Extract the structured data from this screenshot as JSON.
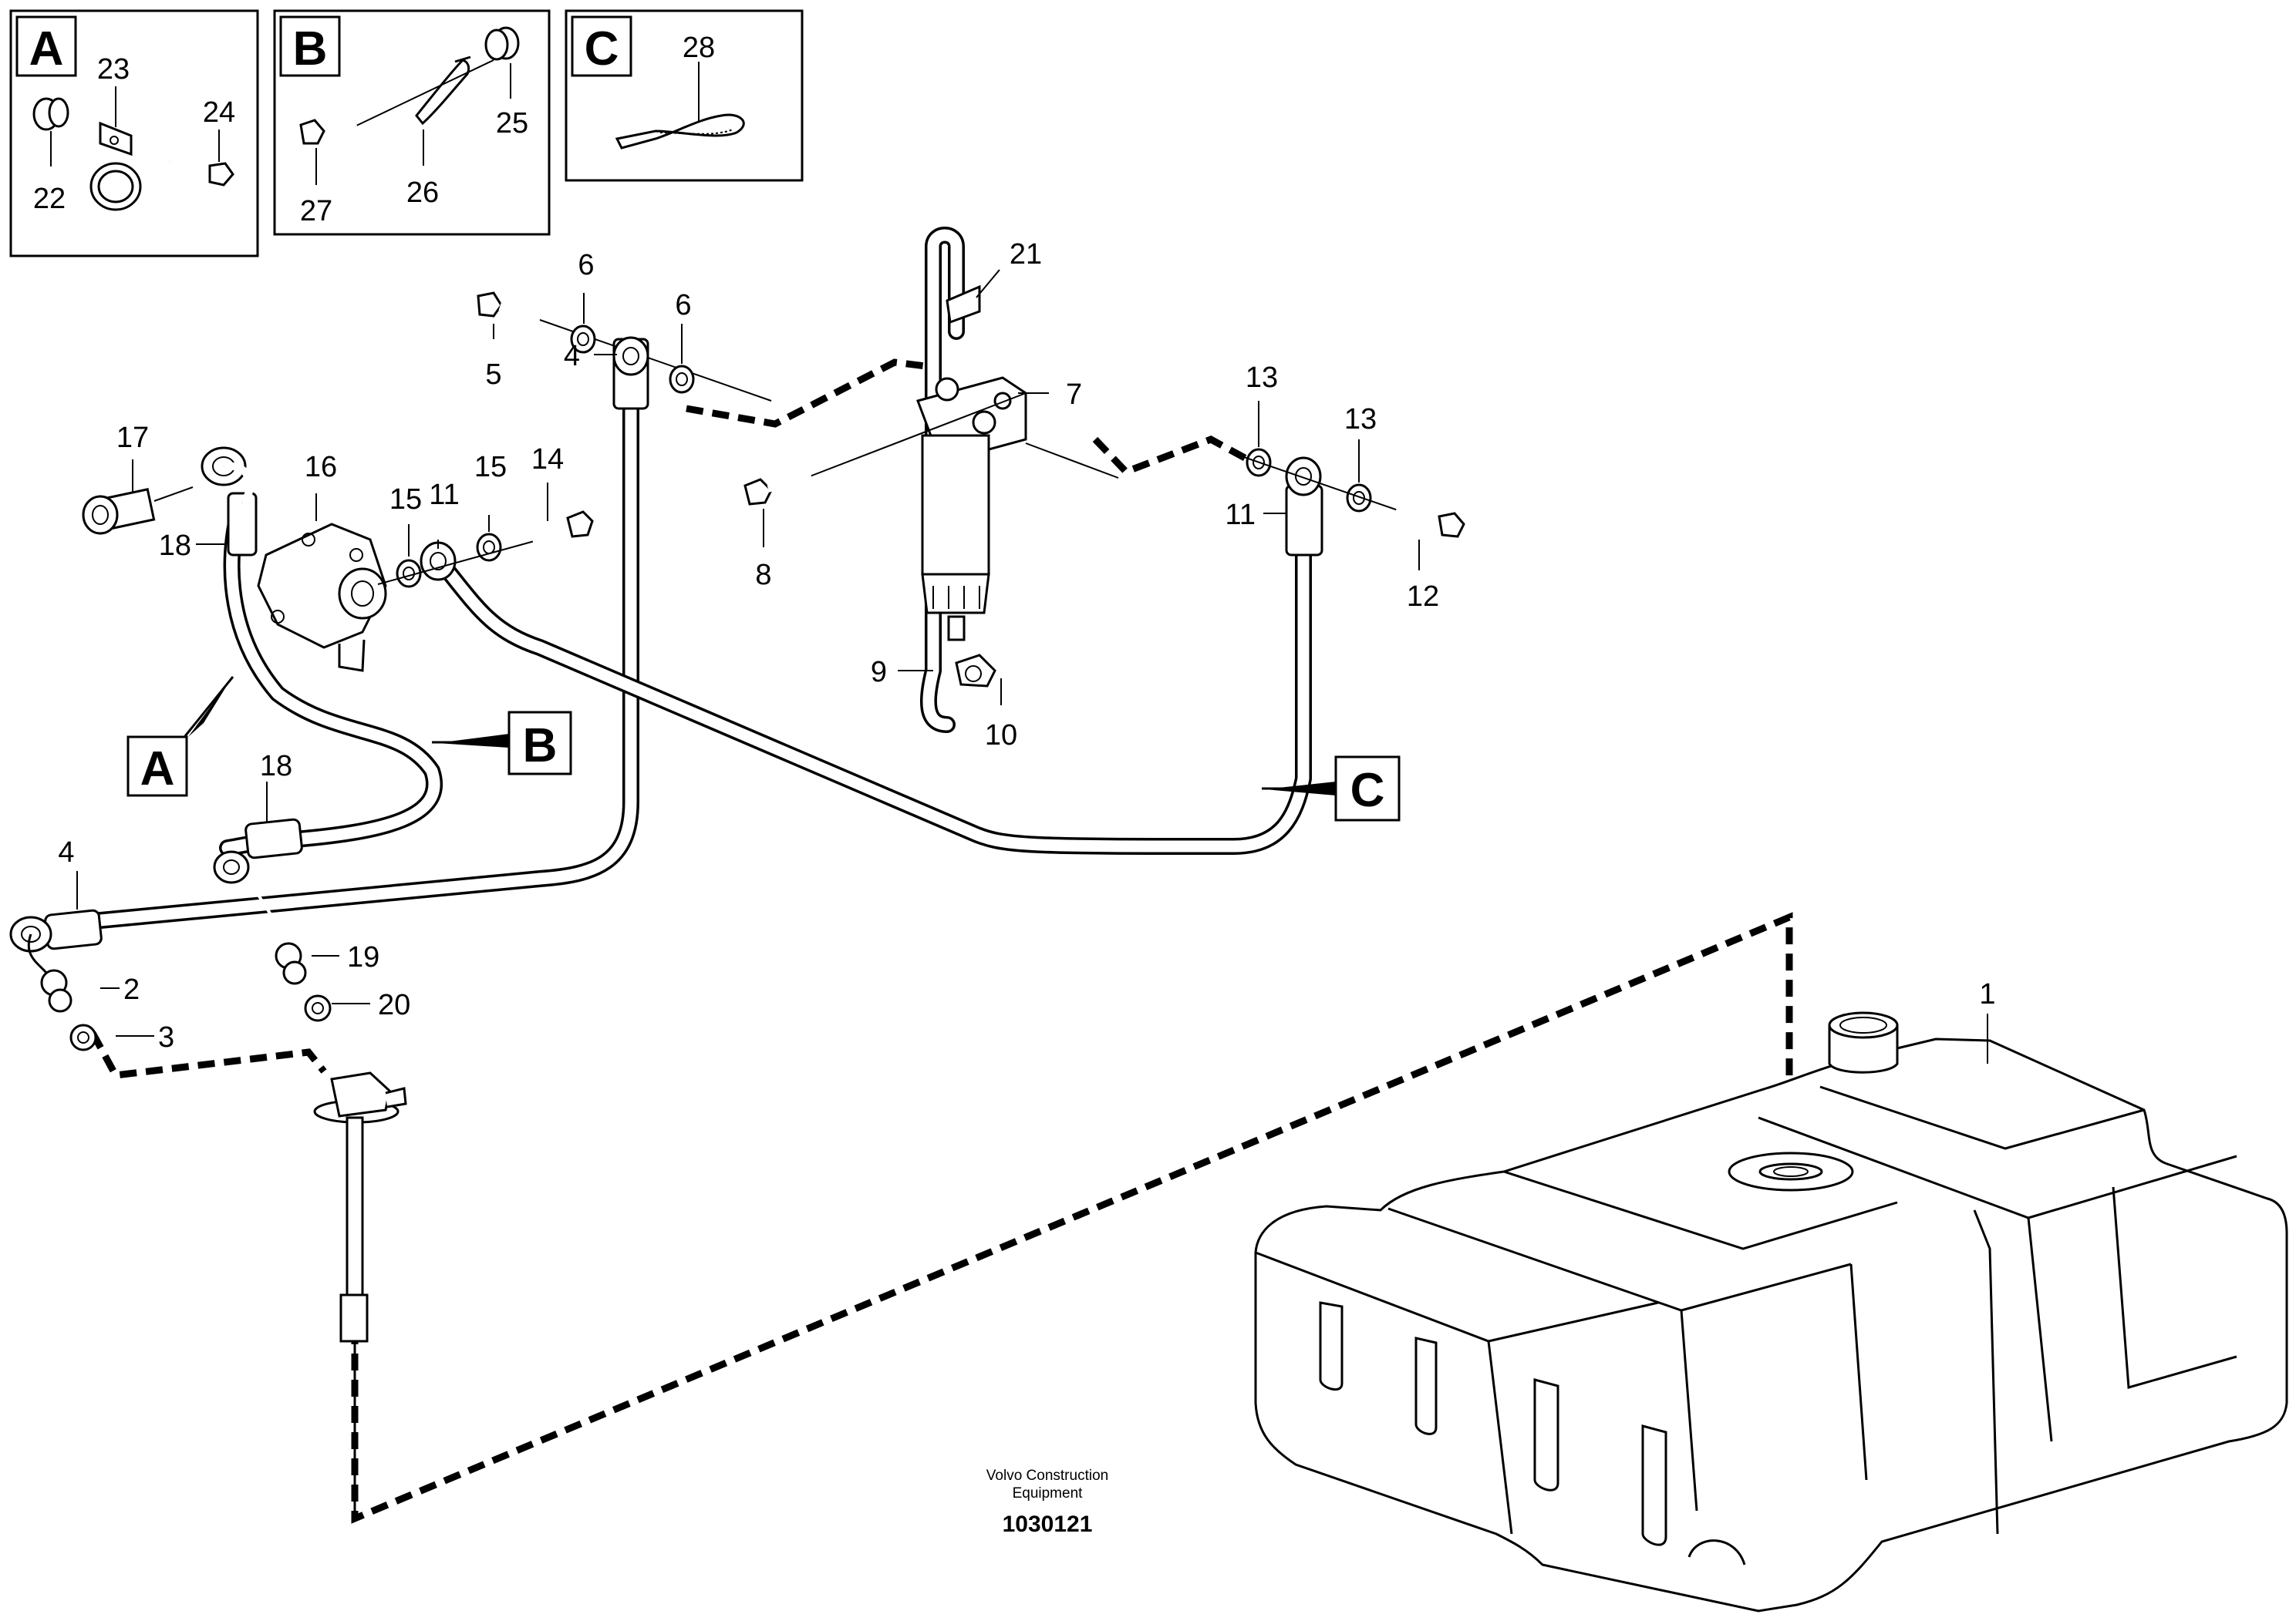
{
  "detail_boxes": [
    {
      "letter": "A",
      "items": [
        "23",
        "24",
        "22"
      ]
    },
    {
      "letter": "B",
      "items": [
        "25",
        "27",
        "26"
      ]
    },
    {
      "letter": "C",
      "items": [
        "28"
      ]
    }
  ],
  "callouts": [
    {
      "id": "1",
      "label": "1"
    },
    {
      "id": "2",
      "label": "2"
    },
    {
      "id": "3",
      "label": "3"
    },
    {
      "id": "4a",
      "label": "4"
    },
    {
      "id": "4b",
      "label": "4"
    },
    {
      "id": "5",
      "label": "5"
    },
    {
      "id": "6a",
      "label": "6"
    },
    {
      "id": "6b",
      "label": "6"
    },
    {
      "id": "7",
      "label": "7"
    },
    {
      "id": "8",
      "label": "8"
    },
    {
      "id": "9",
      "label": "9"
    },
    {
      "id": "10",
      "label": "10"
    },
    {
      "id": "11a",
      "label": "11"
    },
    {
      "id": "11b",
      "label": "11"
    },
    {
      "id": "12",
      "label": "12"
    },
    {
      "id": "13a",
      "label": "13"
    },
    {
      "id": "13b",
      "label": "13"
    },
    {
      "id": "14",
      "label": "14"
    },
    {
      "id": "15a",
      "label": "15"
    },
    {
      "id": "15b",
      "label": "15"
    },
    {
      "id": "16",
      "label": "16"
    },
    {
      "id": "17",
      "label": "17"
    },
    {
      "id": "18a",
      "label": "18"
    },
    {
      "id": "18b",
      "label": "18"
    },
    {
      "id": "19",
      "label": "19"
    },
    {
      "id": "20",
      "label": "20"
    },
    {
      "id": "21",
      "label": "21"
    }
  ],
  "section_markers": [
    {
      "letter": "A"
    },
    {
      "letter": "B"
    },
    {
      "letter": "C"
    }
  ],
  "footer": {
    "line1": "Volvo Construction",
    "line2": "Equipment",
    "drawing_number": "1030121"
  }
}
